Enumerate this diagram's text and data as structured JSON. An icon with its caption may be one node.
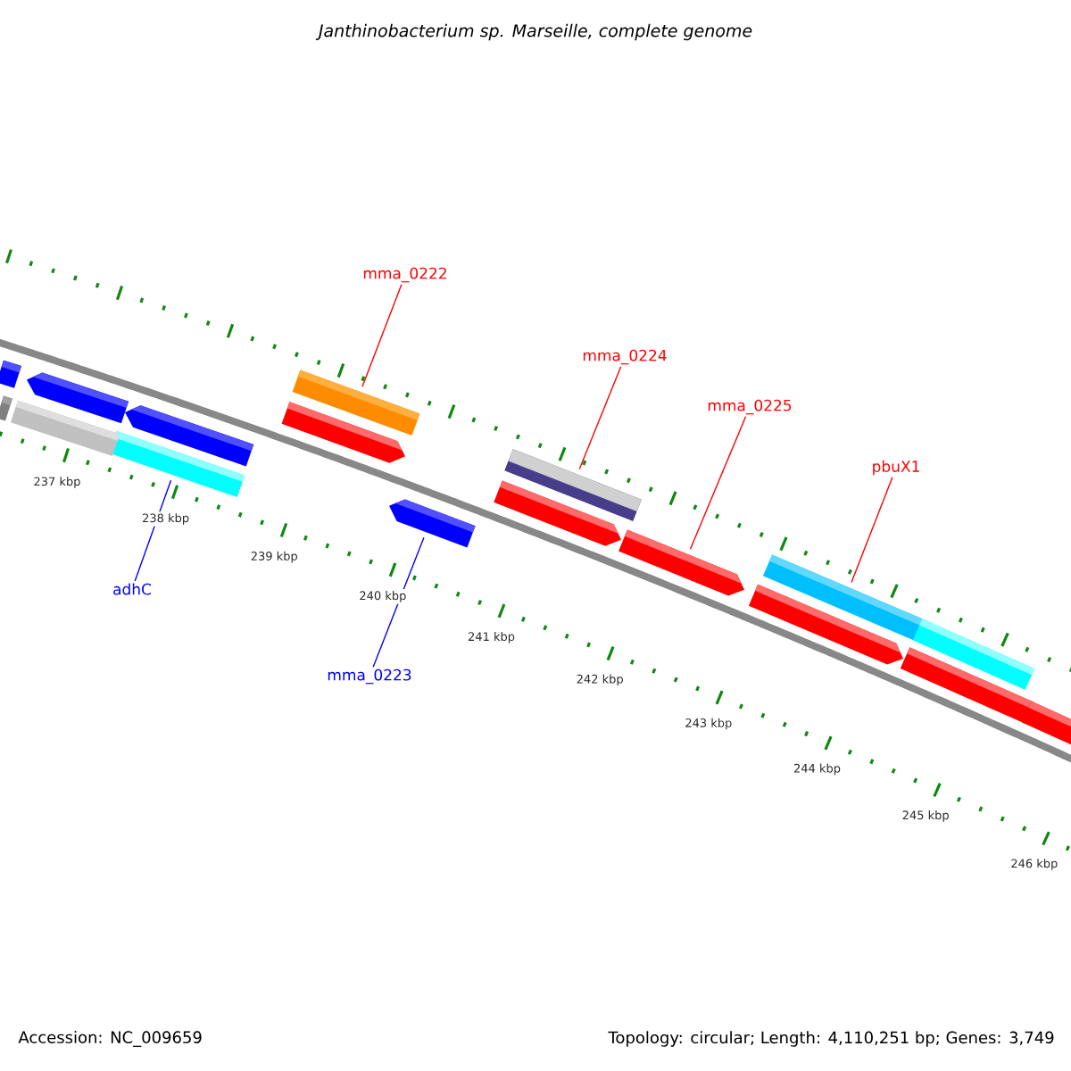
{
  "diagram": {
    "title": "Janthinobacterium sp. Marseille, complete genome",
    "nodes": [
      {
        "text": [
          "mma_0222"
        ]
      },
      {
        "text": [],
        "shape": "bar"
      },
      {
        "text": [
          "mma_0224"
        ]
      },
      {
        "text": [],
        "shape": "bar"
      },
      {
        "text": [
          "mma_0225"
        ]
      },
      {
        "text": [],
        "shape": "bar"
      },
      {
        "text": [
          "pbuX1"
        ]
      },
      {
        "text": [],
        "shape": "bar"
      },
      {
        "text": [
          "adhC"
        ]
      },
      {
        "text": [],
        "shape": "bar"
      },
      {
        "text": [
          "mma_0223"
        ]
      },
      {
        "text": [],
        "shape": "bar"
      },
      {
        "text": [],
        "shape": "bar"
      },
      {
        "text": [],
        "shape": "bar"
      },
      {
        "text": [],
        "shape": "bar"
      },
      {
        "text": [],
        "shape": "bar"
      },
      {
        "text": [],
        "shape": "bar"
      },
      {
        "text": [],
        "shape": "bar"
      },
      {
        "text": [],
        "shape": "bar"
      },
      {
        "text": [],
        "shape": "bar"
      },
      {
        "text": [],
        "shape": "bar"
      },
      {
        "text": [],
        "shape": "bar"
      },
      {
        "text": [],
        "shape": "bar"
      }
    ],
    "edges": [
      {
        "from": 0,
        "to": 1,
        "arrow": "none"
      },
      {
        "from": 2,
        "to": 3,
        "arrow": "none"
      },
      {
        "from": 4,
        "to": 5,
        "arrow": "none"
      },
      {
        "from": 6,
        "to": 7,
        "arrow": "none"
      },
      {
        "from": 8,
        "to": 9,
        "arrow": "none",
        "color": "#0000ff"
      },
      {
        "from": 10,
        "to": 11,
        "arrow": "none",
        "color": "#0000ff"
      }
    ],
    "labels": [
      "237 kbp",
      "238 kbp",
      "239 kbp",
      "240 kbp",
      "241 kbp",
      "242 kbp",
      "243 kbp",
      "244 kbp",
      "245 kbp",
      "246 kbp",
      "Accession: NC_009659",
      "Topology: circular; Length: 4,110,251 bp; Genes: 3,749"
    ]
  }
}
